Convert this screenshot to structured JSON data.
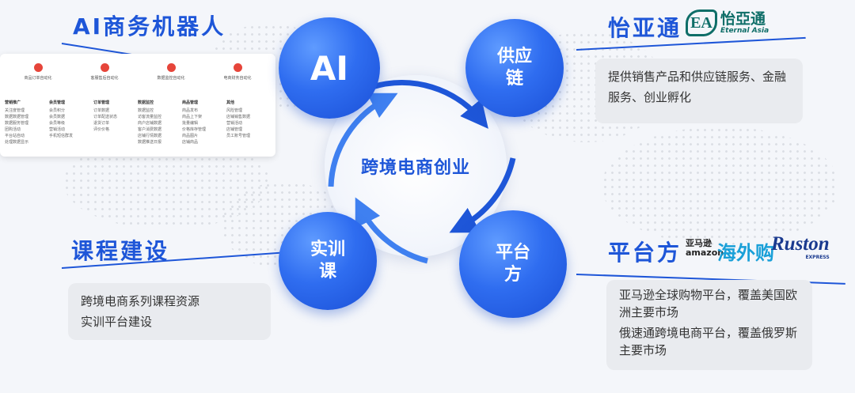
{
  "headings": {
    "ai_robot": "AI商务机器人",
    "eternal": "怡亚通",
    "course": "课程建设",
    "platform": "平台方"
  },
  "circles": {
    "ai": "AI",
    "supply": "供应\n链",
    "training": "实训\n课",
    "platform": "平台\n方"
  },
  "center_label": "跨境电商创业",
  "panels": {
    "eternal_desc": "提供销售产品和供应链服务、金融服务、创业孵化",
    "course_lines": [
      "跨境电商系列课程资源",
      "实训平台建设"
    ],
    "platform_lines": [
      "亚马逊全球购物平台，覆盖美国欧洲主要市场",
      "俄速通跨境电商平台，覆盖俄罗斯主要市场"
    ]
  },
  "logos": {
    "ea_mark": "EA",
    "ea_cn": "怡亞通",
    "ea_en": "Eternal Asia",
    "amazon_cn": "亚马逊",
    "amazon_en": "amazon",
    "haiwaigou": "海外购",
    "ruston": "Ruston",
    "ruston_sub": "EXPRESS"
  },
  "dashboard": {
    "tiles": [
      "商品订单自动化",
      "客服售后自动化",
      "数据监控自动化",
      "电商财务自动化"
    ],
    "columns": [
      {
        "title": "营销推广",
        "items": [
          "关注度管理",
          "数据数据管理",
          "数据服务管理",
          "团购活动",
          "平台站自动",
          "处理数据显示"
        ]
      },
      {
        "title": "会员管理",
        "items": [
          "会员积分",
          "会员数据",
          "会员等级",
          "营销活动",
          "手机短信群发"
        ]
      },
      {
        "title": "订单管理",
        "items": [
          "订单数据",
          "订单配送状态",
          "退货订单",
          "评价价格"
        ]
      },
      {
        "title": "数据监控",
        "items": [
          "数据监控",
          "访客流量监控",
          "商户店铺数据",
          "客户消费数据",
          "店铺行情数据",
          "数据推送日报"
        ]
      },
      {
        "title": "商品管理",
        "items": [
          "商品发布",
          "商品上下架",
          "批量编辑",
          "价格库存管理",
          "商品图片",
          "店铺商品"
        ]
      },
      {
        "title": "其他",
        "items": [
          "风险管理",
          "店铺销售数据",
          "营销活动",
          "店铺管理",
          "员工账号管理"
        ]
      }
    ]
  },
  "colors": {
    "accent": "#1e56d8",
    "panel": "#e9ebef",
    "eternal_green": "#0f6e68",
    "ruston_blue": "#1a3a8f",
    "ruston_red": "#d8242a"
  }
}
